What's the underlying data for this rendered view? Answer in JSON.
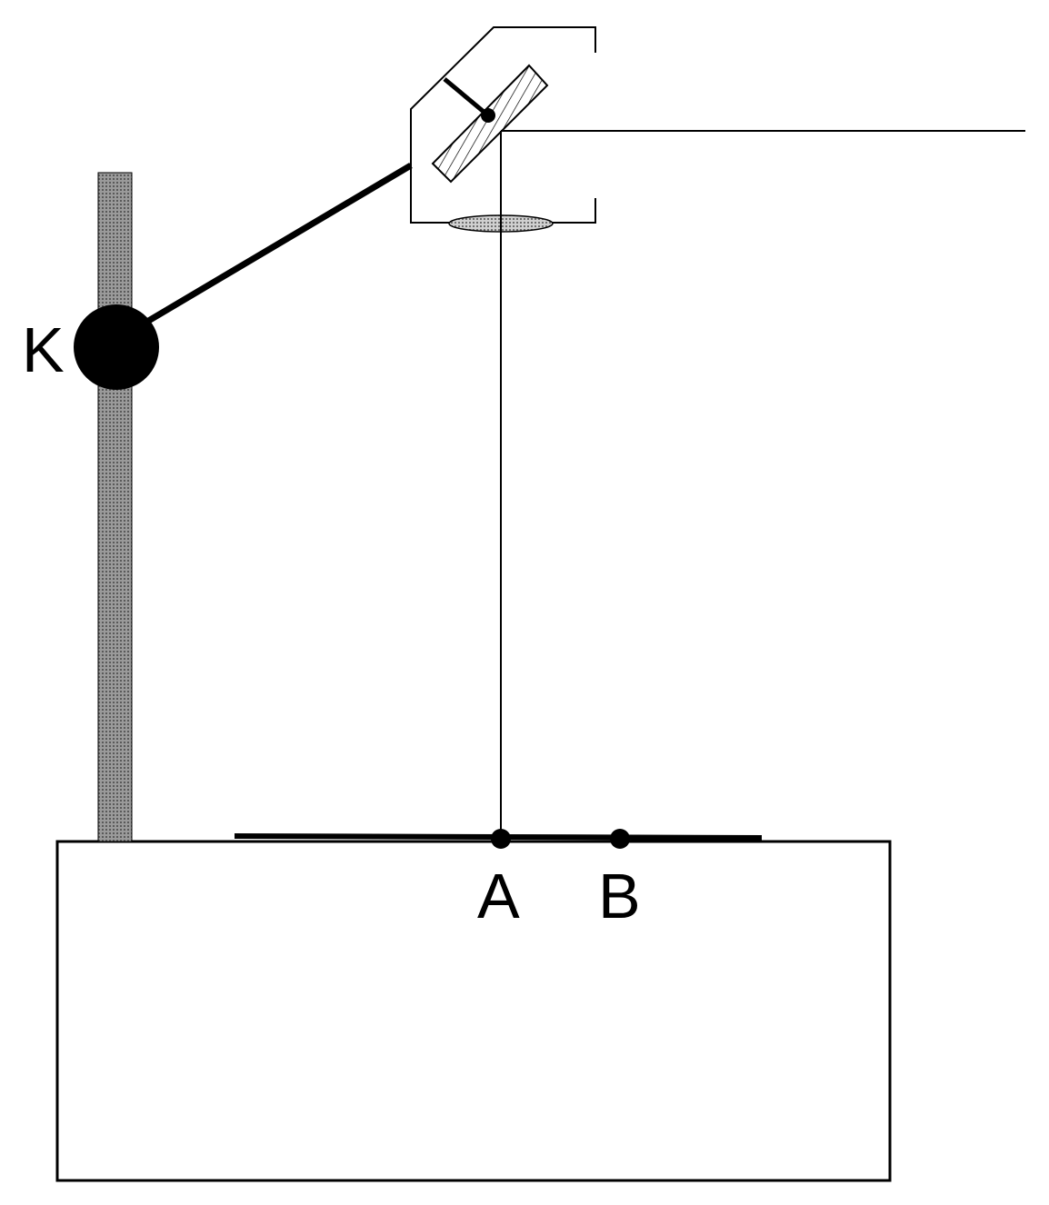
{
  "labels": {
    "clamp": "K",
    "point_a": "A",
    "point_b": "B"
  },
  "colors": {
    "line": "#000000",
    "background": "#ffffff",
    "rod_fill": "#7a7a7a",
    "lens_fill": "#b0b0b0"
  }
}
